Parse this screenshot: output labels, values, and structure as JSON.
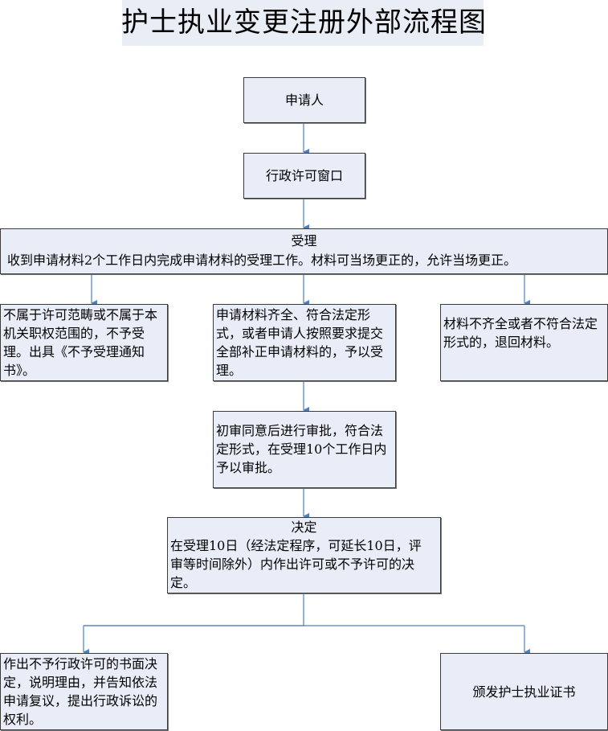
{
  "title": "护士执业变更注册外部流程图",
  "colors": {
    "box_fill": "#e8edf7",
    "arrow": "#4f7fbf",
    "border": "#3a3a3a"
  },
  "nodes": {
    "applicant": "申请人",
    "window": "行政许可窗口",
    "acceptance": {
      "heading": "受理",
      "text": "收到申请材料2个工作日内完成申请材料的受理工作。材料可当场更正的，允许当场更正。"
    },
    "reject": "不属于许可范畴或不属于本机关职权范围的，不予受理。出具《不予受理通知书》。",
    "accept": "申请材料齐全、符合法定形式，或者申请人按照要求提交全部补正申请材料的，予以受理。",
    "return": "材料不齐全或者不符合法定形式的，退回材料。",
    "review": "初审同意后进行审批，符合法定形式，在受理10个工作日内予以审批。",
    "decision": {
      "heading": "决定",
      "text": "在受理10日（经法定程序，可延长10日，评审等时间除外）内作出许可或不予许可的决定。"
    },
    "deny": "作出不予行政许可的书面决定，说明理由，并告知依法申请复议，提出行政诉讼的权利。",
    "issue": "颁发护士执业证书"
  }
}
